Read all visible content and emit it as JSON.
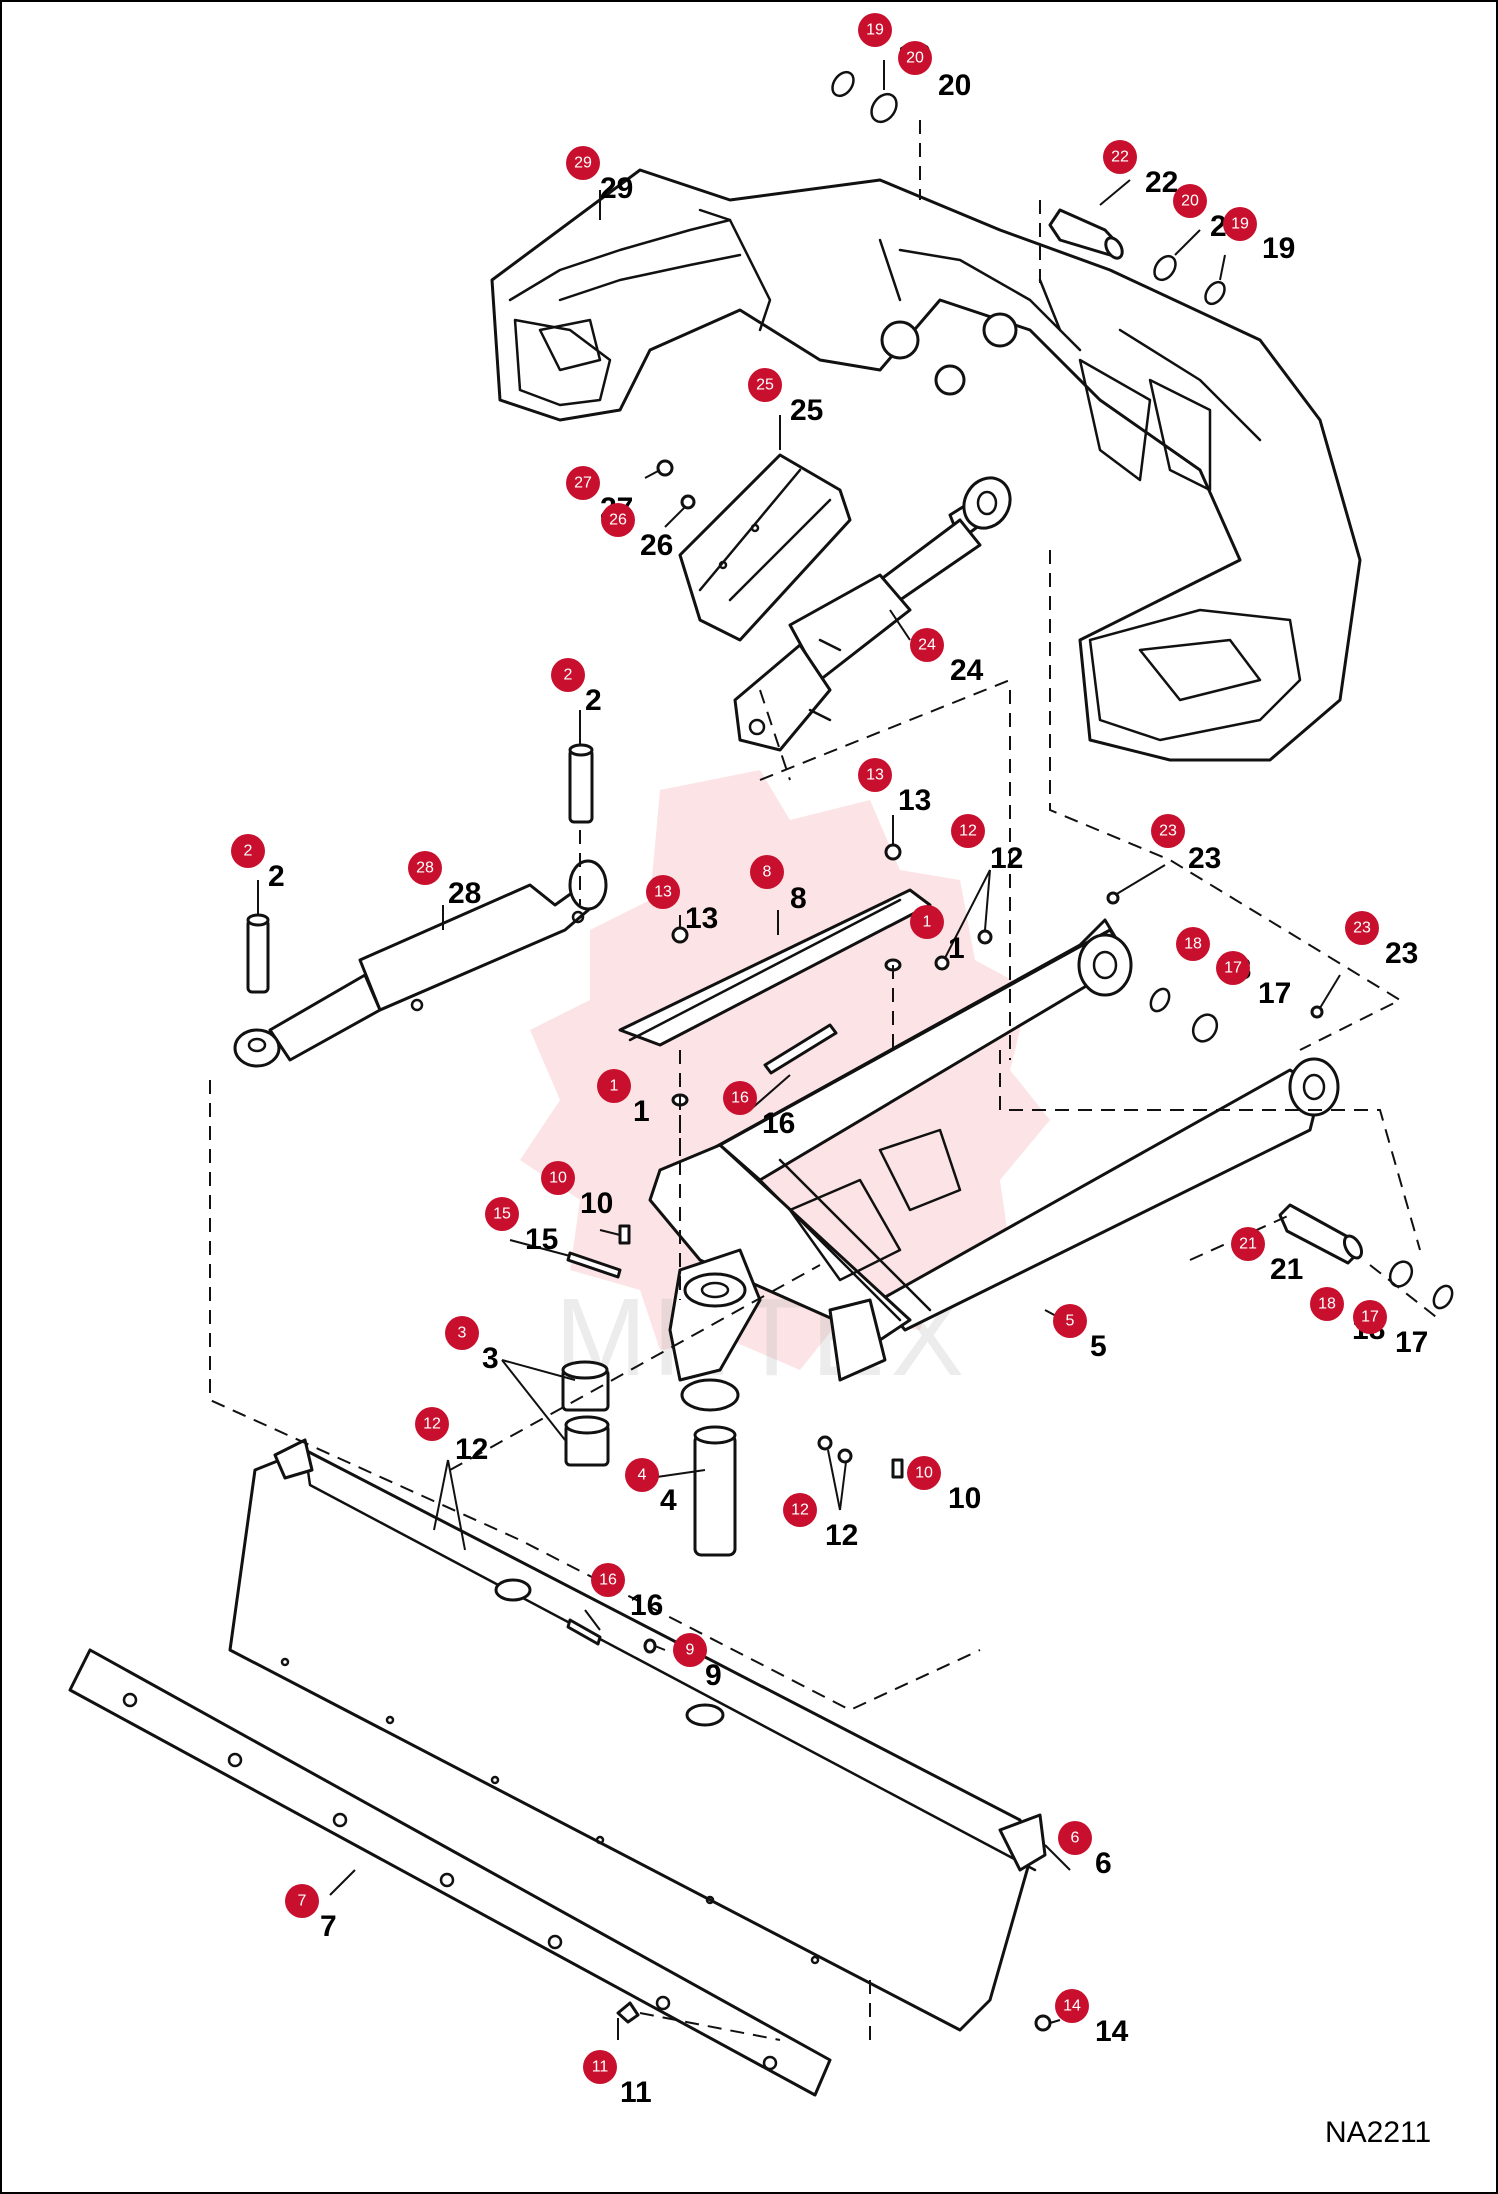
{
  "figure_code": "NA2211",
  "watermark": "MHTEX",
  "callouts": [
    {
      "id": "c19a",
      "n": "19"
    },
    {
      "id": "c20a",
      "n": "20"
    },
    {
      "id": "c29",
      "n": "29"
    },
    {
      "id": "c22",
      "n": "22"
    },
    {
      "id": "c20b",
      "n": "20"
    },
    {
      "id": "c19b",
      "n": "19"
    },
    {
      "id": "c25",
      "n": "25"
    },
    {
      "id": "c27",
      "n": "27"
    },
    {
      "id": "c26",
      "n": "26"
    },
    {
      "id": "c24",
      "n": "24"
    },
    {
      "id": "c2a",
      "n": "2"
    },
    {
      "id": "c2b",
      "n": "2"
    },
    {
      "id": "c28",
      "n": "28"
    },
    {
      "id": "c13a",
      "n": "13"
    },
    {
      "id": "c12a",
      "n": "12"
    },
    {
      "id": "c8",
      "n": "8"
    },
    {
      "id": "c13b",
      "n": "13"
    },
    {
      "id": "c1a",
      "n": "1"
    },
    {
      "id": "c23a",
      "n": "23"
    },
    {
      "id": "c18a",
      "n": "18"
    },
    {
      "id": "c17a",
      "n": "17"
    },
    {
      "id": "c23b",
      "n": "23"
    },
    {
      "id": "c1b",
      "n": "1"
    },
    {
      "id": "c16a",
      "n": "16"
    },
    {
      "id": "c10a",
      "n": "10"
    },
    {
      "id": "c15",
      "n": "15"
    },
    {
      "id": "c21",
      "n": "21"
    },
    {
      "id": "c18b",
      "n": "18"
    },
    {
      "id": "c17b",
      "n": "17"
    },
    {
      "id": "c5",
      "n": "5"
    },
    {
      "id": "c3",
      "n": "3"
    },
    {
      "id": "c12b",
      "n": "12"
    },
    {
      "id": "c4",
      "n": "4"
    },
    {
      "id": "c10b",
      "n": "10"
    },
    {
      "id": "c12c",
      "n": "12"
    },
    {
      "id": "c16b",
      "n": "16"
    },
    {
      "id": "c9",
      "n": "9"
    },
    {
      "id": "c6",
      "n": "6"
    },
    {
      "id": "c7",
      "n": "7"
    },
    {
      "id": "c14",
      "n": "14"
    },
    {
      "id": "c11",
      "n": "11"
    }
  ]
}
